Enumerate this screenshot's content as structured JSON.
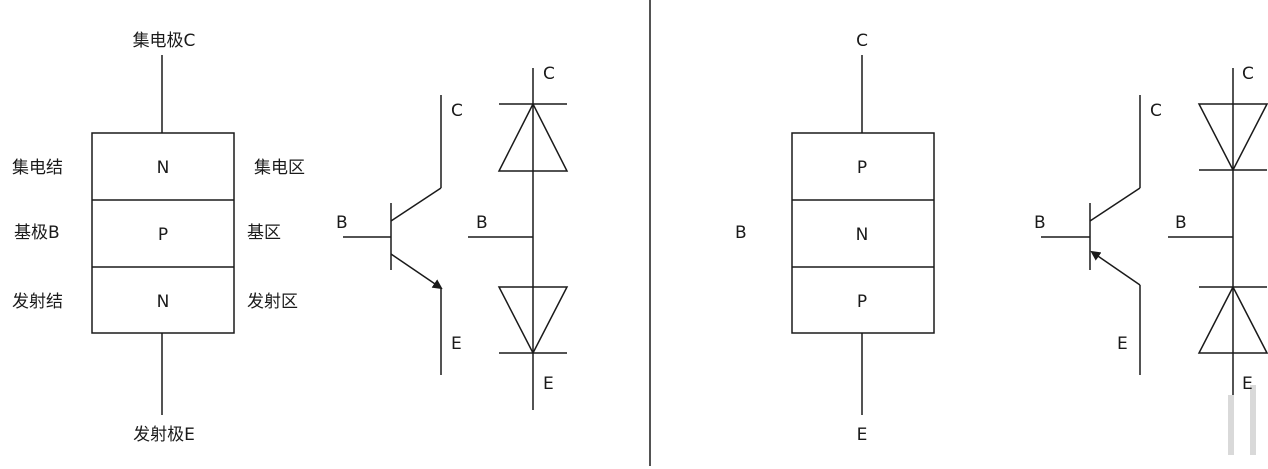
{
  "npn": {
    "collector_terminal": "集电极C",
    "emitter_terminal": "发射极E",
    "left_labels": [
      "集电结",
      "基极B",
      "发射结"
    ],
    "right_labels": [
      "集电区",
      "基区",
      "发射区"
    ],
    "layers": [
      "N",
      "P",
      "N"
    ],
    "symbol": {
      "c": "C",
      "b": "B",
      "e": "E"
    },
    "diode_model": {
      "c": "C",
      "b": "B",
      "e": "E"
    }
  },
  "pnp": {
    "collector_terminal": "C",
    "emitter_terminal": "E",
    "base_label": "B",
    "layers": [
      "P",
      "N",
      "P"
    ],
    "symbol": {
      "c": "C",
      "b": "B",
      "e": "E"
    },
    "diode_model": {
      "c": "C",
      "b": "B",
      "e": "E"
    }
  },
  "colors": {
    "stroke": "#1a1a1a",
    "background": "#ffffff"
  }
}
